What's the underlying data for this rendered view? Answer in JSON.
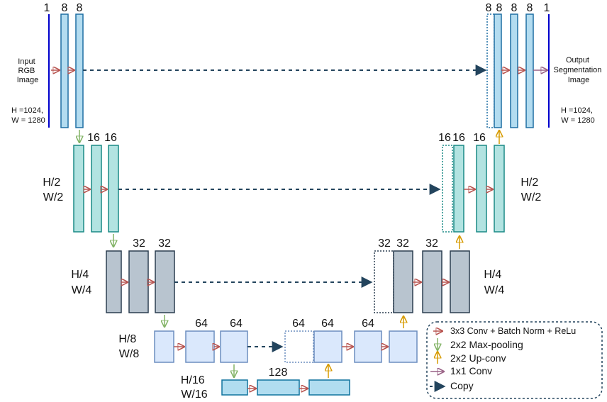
{
  "channels": {
    "l0_in": "1",
    "l0_a": "8",
    "l0_b": "8",
    "l0_copy": "8",
    "l0_d1": "8",
    "l0_d2": "8",
    "l0_d3": "8",
    "l0_out": "1",
    "l1_a": "16",
    "l1_b": "16",
    "l1_copy": "16",
    "l1_d1": "16",
    "l1_d2": "16",
    "l2_a": "32",
    "l2_b": "32",
    "l2_copy": "32",
    "l2_d1": "32",
    "l2_d2": "32",
    "l3_a": "64",
    "l3_b": "64",
    "l3_copy": "64",
    "l3_d1": "64",
    "l3_d2": "64",
    "l4": "128"
  },
  "input": {
    "title_lines": [
      "Input",
      "RGB",
      "Image"
    ],
    "size_lines": [
      "H =1024,",
      "W = 1280"
    ]
  },
  "output": {
    "title_lines": [
      "Output",
      "Segmentation",
      "Image"
    ],
    "size_lines": [
      "H =1024,",
      "W = 1280"
    ]
  },
  "scales": {
    "l1_left": [
      "H/2",
      "W/2"
    ],
    "l1_right": [
      "H/2",
      "W/2"
    ],
    "l2_left": [
      "H/4",
      "W/4"
    ],
    "l2_right": [
      "H/4",
      "W/4"
    ],
    "l3_left": [
      "H/8",
      "W/8"
    ],
    "l4_left": [
      "H/16",
      "W/16"
    ]
  },
  "legend": {
    "conv": "3x3 Conv + Batch Norm + ReLu",
    "pool": "2x2 Max-pooling",
    "upconv": "2x2 Up-conv",
    "conv1x1": "1x1 Conv",
    "copy": "Copy"
  },
  "colors": {
    "level0_fill": "#b3dcf0",
    "level0_stroke": "#1f6fa3",
    "level1_fill": "#b2e3e1",
    "level1_stroke": "#1a8a86",
    "level2_fill": "#b8c4cf",
    "level2_stroke": "#2c3e50",
    "level3_fill": "#dae8fc",
    "level3_stroke": "#6c8ebf",
    "level4_fill": "#b1ddf0",
    "level4_stroke": "#10739e",
    "conv_arrow": "#b85450",
    "pool_arrow": "#82b366",
    "upconv_arrow": "#d79b00",
    "conv1x1_arrow": "#996185",
    "copy_arrow": "#23445d",
    "input_output_line": "#0000cc"
  }
}
